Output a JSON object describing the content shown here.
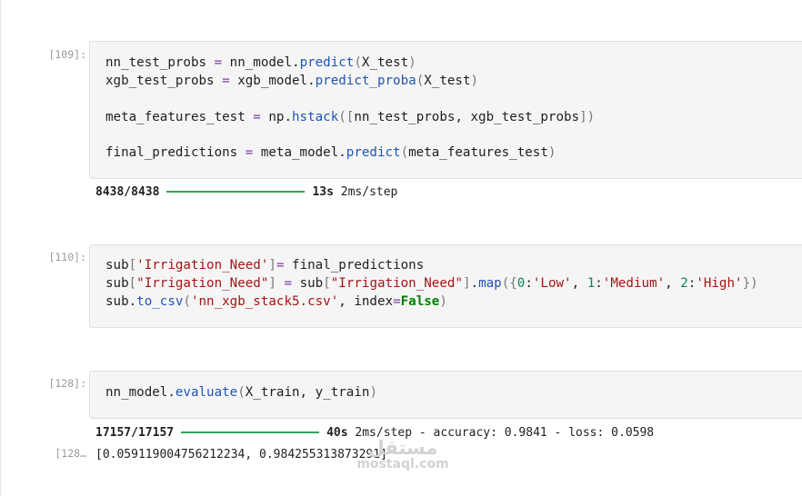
{
  "cells": [
    {
      "prompt": "[109]:",
      "lines": [
        [
          [
            "t",
            "nn_test_probs "
          ],
          [
            "op",
            "="
          ],
          [
            "t",
            " nn_model."
          ],
          [
            "fn",
            "predict"
          ],
          [
            "br",
            "("
          ],
          [
            "t",
            "X_test"
          ],
          [
            "br",
            ")"
          ]
        ],
        [
          [
            "t",
            "xgb_test_probs "
          ],
          [
            "op",
            "="
          ],
          [
            "t",
            " xgb_model."
          ],
          [
            "fn",
            "predict_proba"
          ],
          [
            "br",
            "("
          ],
          [
            "t",
            "X_test"
          ],
          [
            "br",
            ")"
          ]
        ],
        [],
        [
          [
            "t",
            "meta_features_test "
          ],
          [
            "op",
            "="
          ],
          [
            "t",
            " np."
          ],
          [
            "fn",
            "hstack"
          ],
          [
            "br",
            "(["
          ],
          [
            "t",
            "nn_test_probs, xgb_test_probs"
          ],
          [
            "br",
            "])"
          ]
        ],
        [],
        [
          [
            "t",
            "final_predictions "
          ],
          [
            "op",
            "="
          ],
          [
            "t",
            " meta_model."
          ],
          [
            "fn",
            "predict"
          ],
          [
            "br",
            "("
          ],
          [
            "t",
            "meta_features_test"
          ],
          [
            "br",
            ")"
          ]
        ]
      ],
      "output": {
        "steps": "8438/8438",
        "time": "13s",
        "rest": " 2ms/step"
      }
    },
    {
      "prompt": "[110]:",
      "lines": [
        [
          [
            "t",
            "sub"
          ],
          [
            "br",
            "["
          ],
          [
            "str",
            "'Irrigation_Need'"
          ],
          [
            "br",
            "]"
          ],
          [
            "op",
            "="
          ],
          [
            "t",
            " final_predictions"
          ]
        ],
        [
          [
            "t",
            "sub"
          ],
          [
            "br",
            "["
          ],
          [
            "str",
            "\"Irrigation_Need\""
          ],
          [
            "br",
            "]"
          ],
          [
            "t",
            " "
          ],
          [
            "op",
            "="
          ],
          [
            "t",
            " sub"
          ],
          [
            "br",
            "["
          ],
          [
            "str",
            "\"Irrigation_Need\""
          ],
          [
            "br",
            "]"
          ],
          [
            "t",
            "."
          ],
          [
            "fn",
            "map"
          ],
          [
            "br",
            "({"
          ],
          [
            "num",
            "0"
          ],
          [
            "t",
            ":"
          ],
          [
            "str",
            "'Low'"
          ],
          [
            "t",
            ", "
          ],
          [
            "num",
            "1"
          ],
          [
            "t",
            ":"
          ],
          [
            "str",
            "'Medium'"
          ],
          [
            "t",
            ", "
          ],
          [
            "num",
            "2"
          ],
          [
            "t",
            ":"
          ],
          [
            "str",
            "'High'"
          ],
          [
            "br",
            "})"
          ]
        ],
        [
          [
            "t",
            "sub."
          ],
          [
            "fn",
            "to_csv"
          ],
          [
            "br",
            "("
          ],
          [
            "str",
            "'nn_xgb_stack5.csv'"
          ],
          [
            "t",
            ", index"
          ],
          [
            "op",
            "="
          ],
          [
            "kw",
            "False"
          ],
          [
            "br",
            ")"
          ]
        ]
      ]
    },
    {
      "prompt": "[128]:",
      "lines": [
        [
          [
            "t",
            "nn_model."
          ],
          [
            "fn",
            "evaluate"
          ],
          [
            "br",
            "("
          ],
          [
            "t",
            "X_train, y_train"
          ],
          [
            "br",
            ")"
          ]
        ]
      ],
      "output": {
        "steps": "17157/17157",
        "time": "40s",
        "rest": " 2ms/step - accuracy: 0.9841 - loss: 0.0598"
      },
      "result_prompt": "[128…",
      "result": "[0.059119004756212234, 0.984255313873291]"
    }
  ],
  "watermark": {
    "logo": "مستقل",
    "text": "mostaql.com"
  },
  "colors": {
    "progress": "#2aa75a",
    "keyword": "#008000",
    "function": "#1f55b4",
    "string": "#a31515",
    "number": "#098658",
    "operator": "#7a3ea8"
  }
}
